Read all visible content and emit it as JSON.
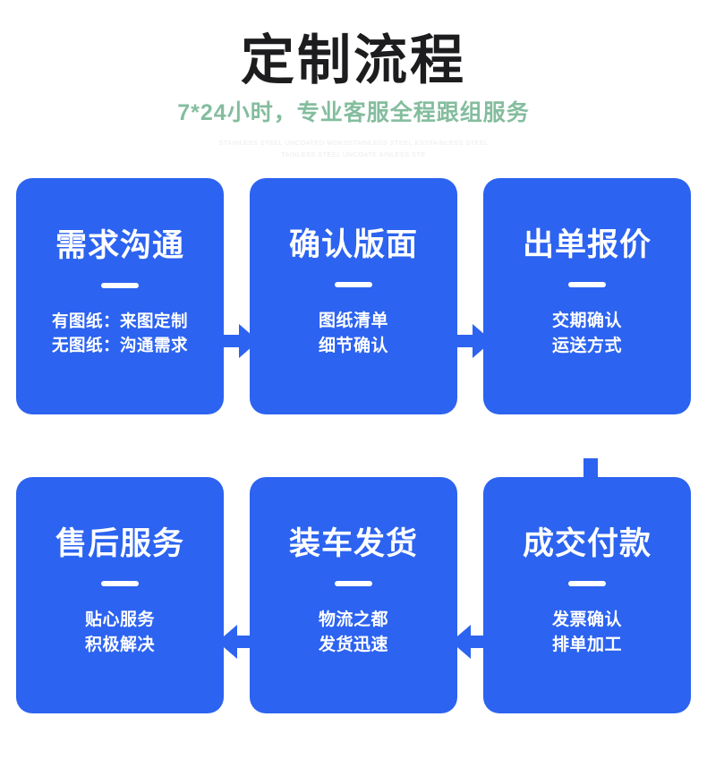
{
  "header": {
    "title": "定制流程",
    "subtitle": "7*24小时，专业客服全程跟组服务",
    "watermark_line1": "STAINLESS STEEL UNCOATED WOKSSTAINLESS STEEL KSSTAINLESS STEEL",
    "watermark_line2": "TAINLESS STEEL UNCOATE AINLESS STE"
  },
  "colors": {
    "card_blue": "#2c63f0",
    "subtitle_green": "#84bd9e",
    "title_black": "#1d1d1f",
    "watermark_grey": "#ebeced",
    "card_text_white": "#ffffff"
  },
  "flow": {
    "row1": [
      {
        "title": "需求沟通",
        "line1": "有图纸：来图定制",
        "line2": "无图纸：沟通需求"
      },
      {
        "title": "确认版面",
        "line1": "图纸清单",
        "line2": "细节确认"
      },
      {
        "title": "出单报价",
        "line1": "交期确认",
        "line2": "运送方式"
      }
    ],
    "row2": [
      {
        "title": "售后服务",
        "line1": "贴心服务",
        "line2": "积极解决"
      },
      {
        "title": "装车发货",
        "line1": "物流之都",
        "line2": "发货迅速"
      },
      {
        "title": "成交付款",
        "line1": "发票确认",
        "line2": "排单加工"
      }
    ],
    "arrows": [
      {
        "name": "arrow-right-step1-to-step2",
        "direction": "right"
      },
      {
        "name": "arrow-right-step2-to-step3",
        "direction": "right"
      },
      {
        "name": "arrow-down-step3-to-step4",
        "direction": "down"
      },
      {
        "name": "arrow-left-step5-to-step6",
        "direction": "left"
      },
      {
        "name": "arrow-left-step4-to-step5",
        "direction": "left"
      }
    ]
  }
}
